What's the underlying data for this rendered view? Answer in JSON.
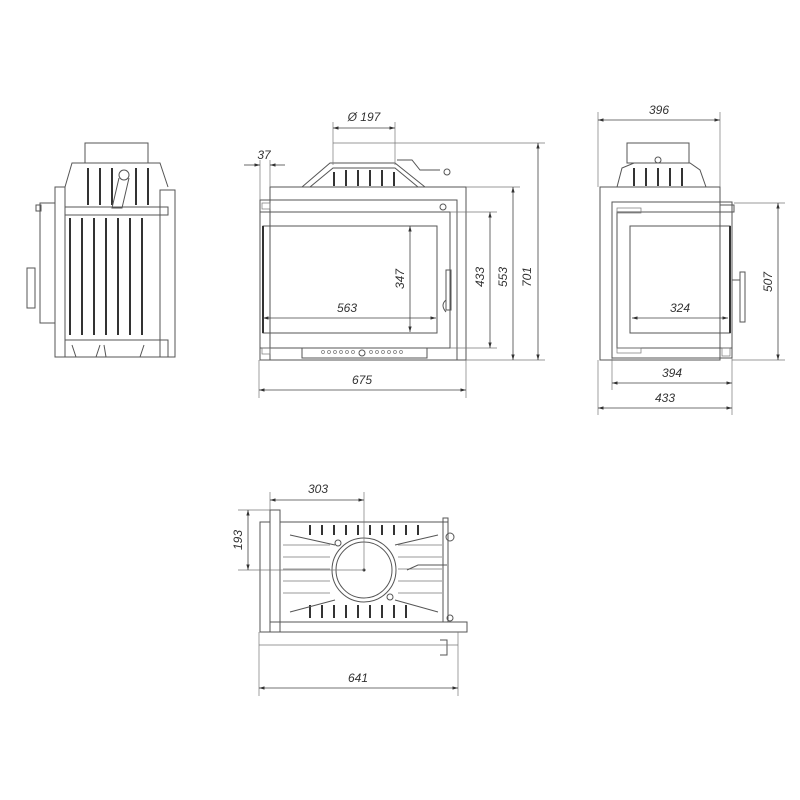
{
  "drawing": {
    "colors": {
      "line": "#555555",
      "background": "#ffffff"
    },
    "front_view": {
      "flue_diameter": "Ø 197",
      "frame_offset": "37",
      "glass_width": "563",
      "glass_height": "347",
      "door_height": "433",
      "body_height": "553",
      "total_height": "701",
      "total_width": "675"
    },
    "side_view": {
      "top_depth": "396",
      "height": "507",
      "glass_depth": "324",
      "door_depth": "394",
      "total_depth": "433"
    },
    "top_view": {
      "flue_offset_x": "303",
      "flue_offset_y": "193",
      "total_width": "641"
    }
  }
}
